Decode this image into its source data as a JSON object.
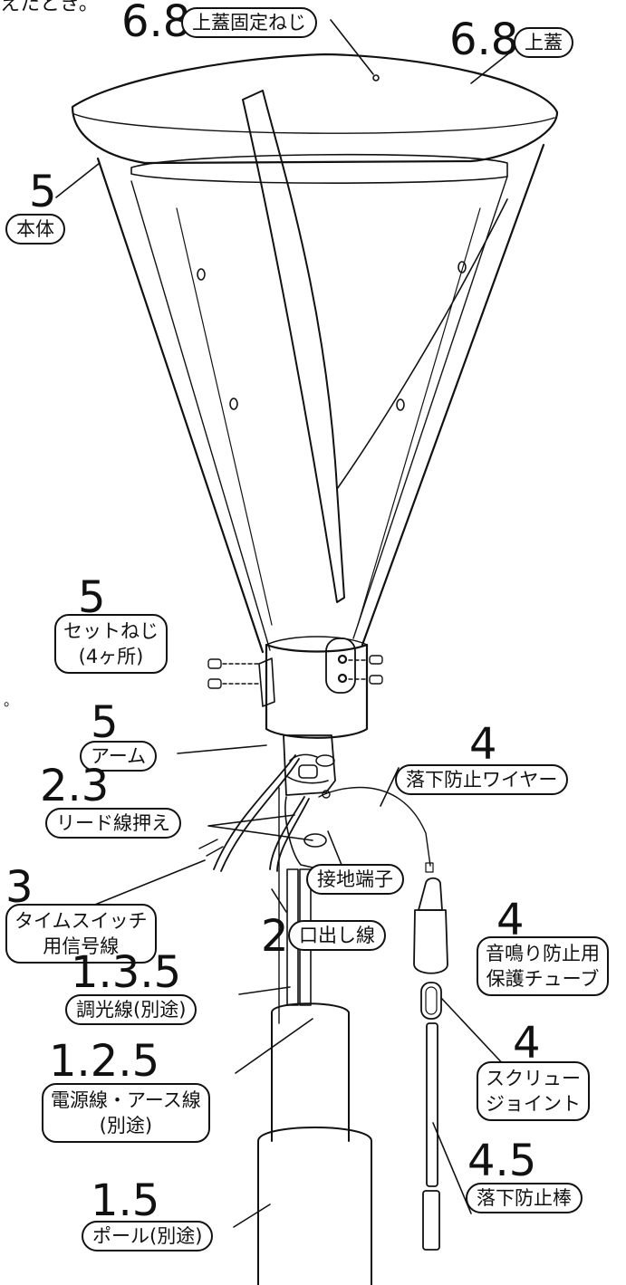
{
  "top_note": "えたとき。",
  "side_mark": "。",
  "labels": {
    "lid_screw": {
      "num": "6.8",
      "text": "上蓋固定ねじ"
    },
    "lid": {
      "num": "6.8",
      "text": "上蓋"
    },
    "body": {
      "num": "5",
      "text": "本体"
    },
    "set_screw": {
      "num": "5",
      "line1": "セットねじ",
      "line2": "(4ヶ所)"
    },
    "arm": {
      "num": "5",
      "text": "アーム"
    },
    "fall_wire": {
      "num": "4",
      "text": "落下防止ワイヤー"
    },
    "lead_clamp": {
      "num": "2.3",
      "text": "リード線押え"
    },
    "ground_terminal": {
      "text": "接地端子"
    },
    "timer_wire": {
      "num": "3",
      "line1": "タイムスイッチ",
      "line2": "用信号線"
    },
    "lead_out": {
      "num": "2",
      "text": "口出し線"
    },
    "tube": {
      "num": "4",
      "line1": "音鳴り防止用",
      "line2": "保護チューブ"
    },
    "dimmer": {
      "num": "1.3.5",
      "text": "調光線(別途)"
    },
    "screw_joint": {
      "num": "4",
      "line1": "スクリュー",
      "line2": "ジョイント"
    },
    "power": {
      "num": "1.2.5",
      "line1": "電源線・アース線",
      "line2": "(別途)"
    },
    "fall_rod": {
      "num": "4.5",
      "text": "落下防止棒"
    },
    "pole": {
      "num": "1.5",
      "text": "ポール(別途)"
    }
  }
}
